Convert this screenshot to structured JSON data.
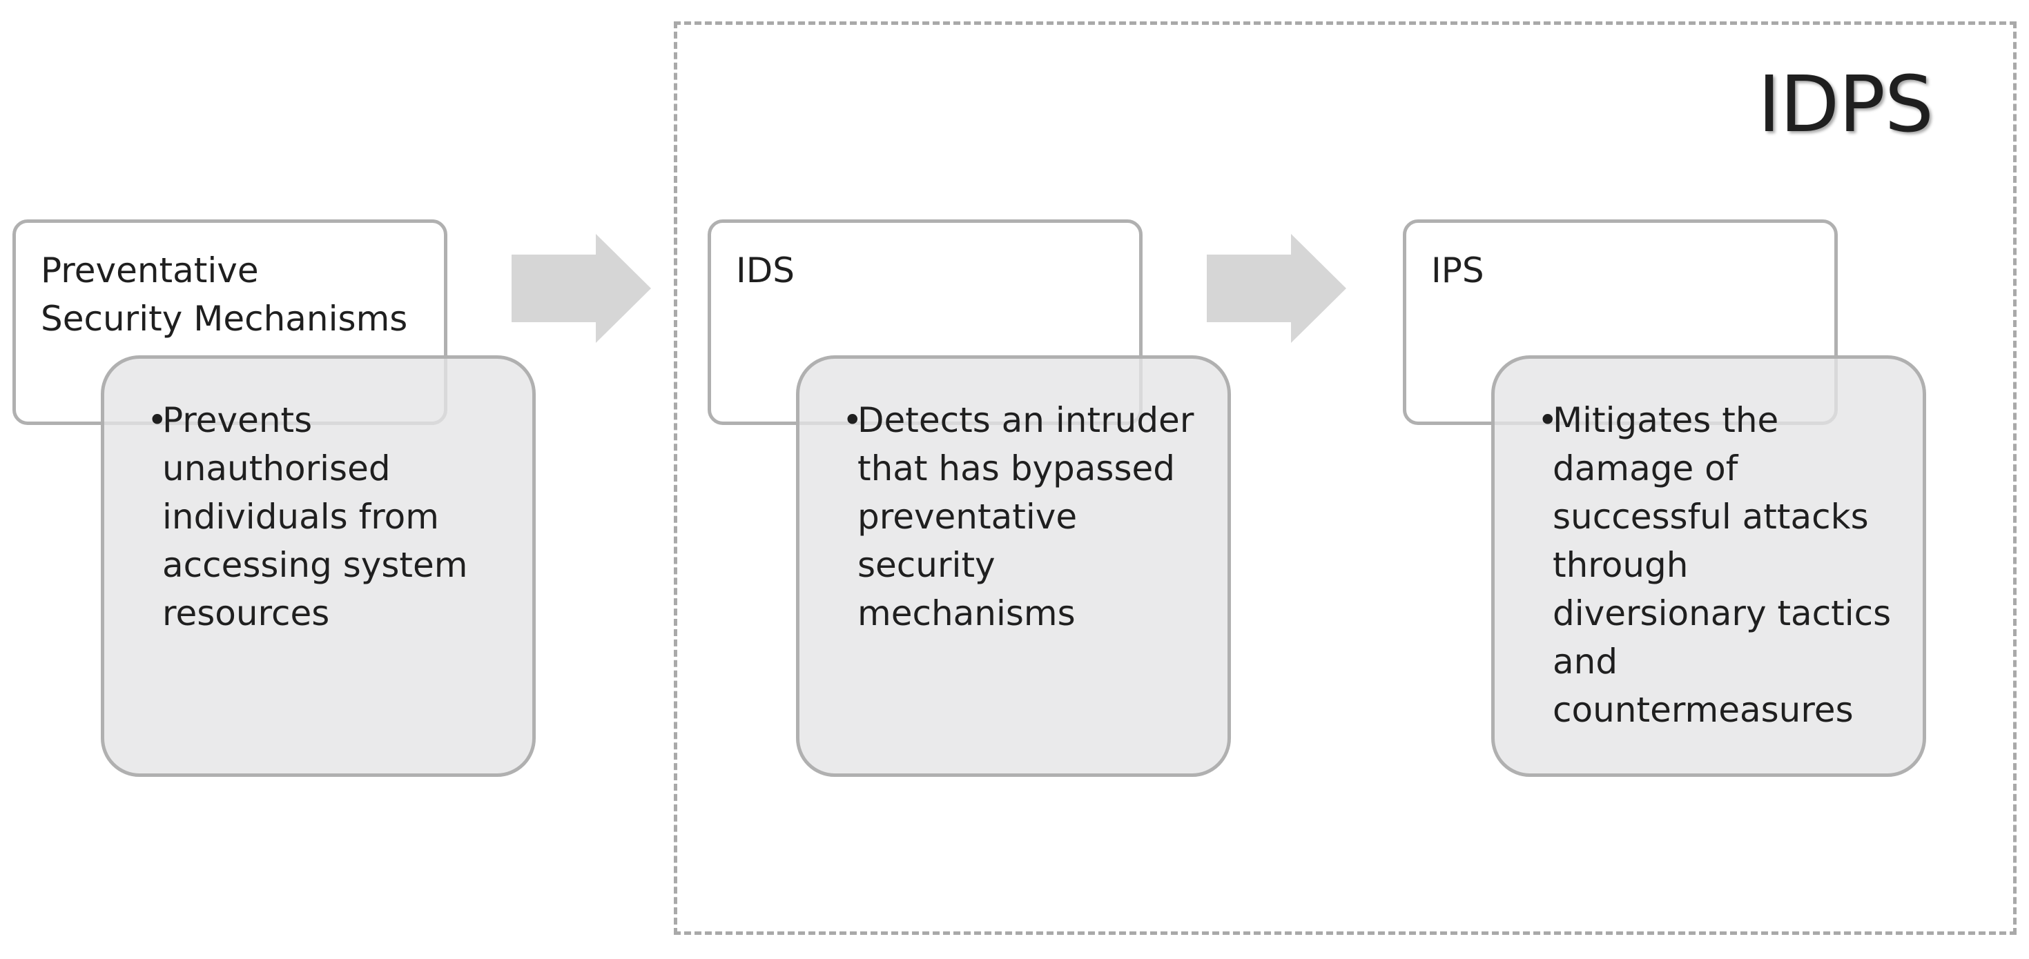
{
  "frame": {
    "title": "IDPS"
  },
  "stages": [
    {
      "title": "Preventative\nSecurity Mechanisms",
      "bullet": "•",
      "description": "Prevents unauthorised individuals from accessing system resources"
    },
    {
      "title": "IDS",
      "bullet": "•",
      "description": "Detects an intruder that has bypassed preventative security mechanisms"
    },
    {
      "title": "IPS",
      "bullet": "•",
      "description": "Mitigates the damage of successful attacks through diversionary tactics and countermeasures"
    }
  ],
  "colors": {
    "arrow": "#d6d6d6",
    "box_border": "#b0b0b0",
    "desc_fill": "#e4e4e6",
    "frame_border": "#a9a9a9"
  }
}
